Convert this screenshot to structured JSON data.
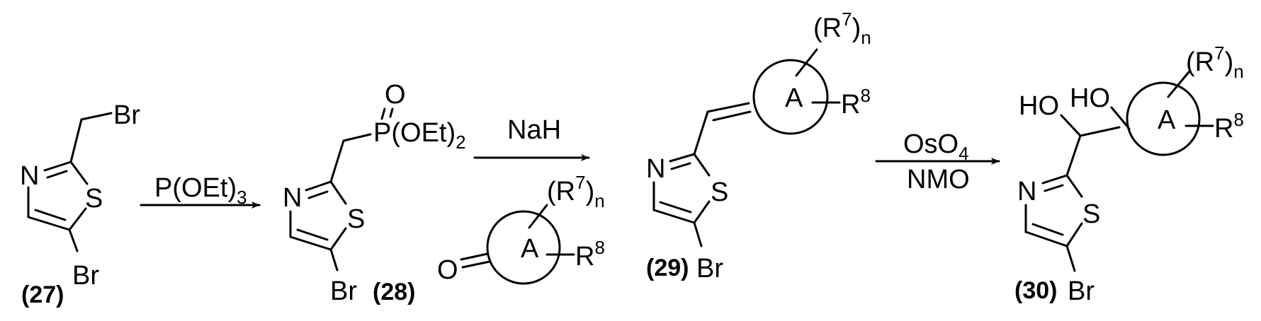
{
  "reagents": {
    "step1": {
      "main": "P(OEt)",
      "sub": "3"
    },
    "step2": "NaH",
    "step3_top": {
      "main": "OsO",
      "sub": "4"
    },
    "step3_bottom": "NMO"
  },
  "atoms": {
    "N": "N",
    "S": "S",
    "Br": "Br",
    "O": "O",
    "P": "P",
    "HO": "HO",
    "A": "A"
  },
  "substituents": {
    "r7": {
      "open": "(R",
      "sup": "7",
      "close": ")",
      "sub": "n"
    },
    "r8": {
      "main": "R",
      "sup": "8"
    },
    "phosphonate": {
      "main": "(OEt)",
      "sub": "2"
    }
  },
  "compounds": {
    "c27": "(27)",
    "c28": "(28)",
    "c29": "(29)",
    "c30": "(30)"
  },
  "colors": {
    "ink": "#000000",
    "background": "#ffffff"
  }
}
